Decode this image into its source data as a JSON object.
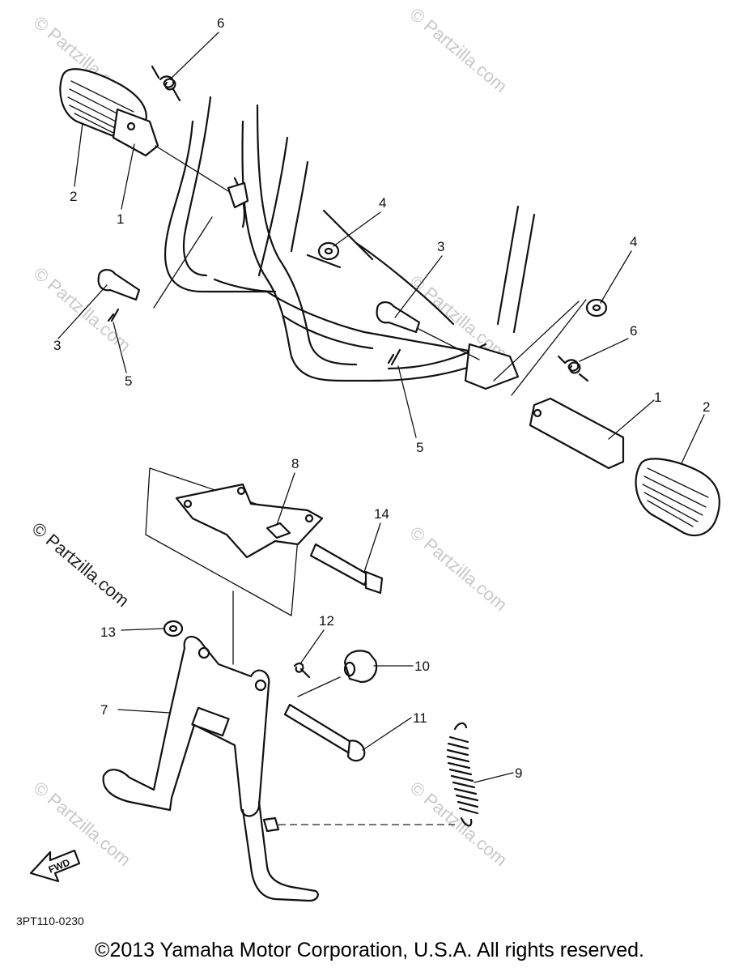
{
  "diagram_code": "3PT110-0230",
  "copyright": "©2013 Yamaha Motor Corporation, U.S.A. All rights reserved.",
  "watermarks": {
    "faint": "© Partzilla.com",
    "dark": "© Partzilla.com"
  },
  "fwd_label": "FWD",
  "callouts": {
    "c1a": "1",
    "c1b": "1",
    "c2a": "2",
    "c2b": "2",
    "c3a": "3",
    "c3b": "3",
    "c4a": "4",
    "c4b": "4",
    "c5a": "5",
    "c5b": "5",
    "c6a": "6",
    "c6b": "6",
    "c7": "7",
    "c8": "8",
    "c9": "9",
    "c10": "10",
    "c11": "11",
    "c12": "12",
    "c13": "13",
    "c14": "14"
  }
}
